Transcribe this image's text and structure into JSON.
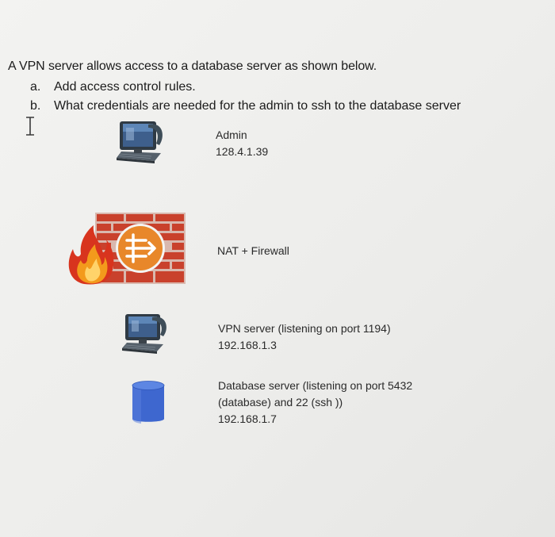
{
  "question": {
    "intro": "A VPN server allows access to a database server as shown below.",
    "items": [
      {
        "marker": "a.",
        "text": "Add access control rules."
      },
      {
        "marker": "b.",
        "text": "What credentials are needed for the admin to ssh to the database server"
      }
    ]
  },
  "diagram": {
    "admin": {
      "name": "Admin",
      "ip": "128.4.1.39",
      "icon": "computer-workstation-icon"
    },
    "firewall": {
      "name": "NAT + Firewall",
      "icon": "router-firewall-icon"
    },
    "vpn": {
      "name": "VPN server (listening on port 1194)",
      "ip": "192.168.1.3",
      "icon": "computer-workstation-icon"
    },
    "database": {
      "line1": "Database server (listening on port 5432",
      "line2": "(database) and 22 (ssh  ))",
      "ip": "192.168.1.7",
      "icon": "database-cylinder-icon"
    }
  },
  "colors": {
    "fire_red": "#d8341e",
    "fire_orange": "#f39a1c",
    "router_orange": "#e8872a",
    "wall_red": "#c9412c",
    "database_blue": "#3e67cf",
    "computer_blue": "#3e5f8c"
  }
}
